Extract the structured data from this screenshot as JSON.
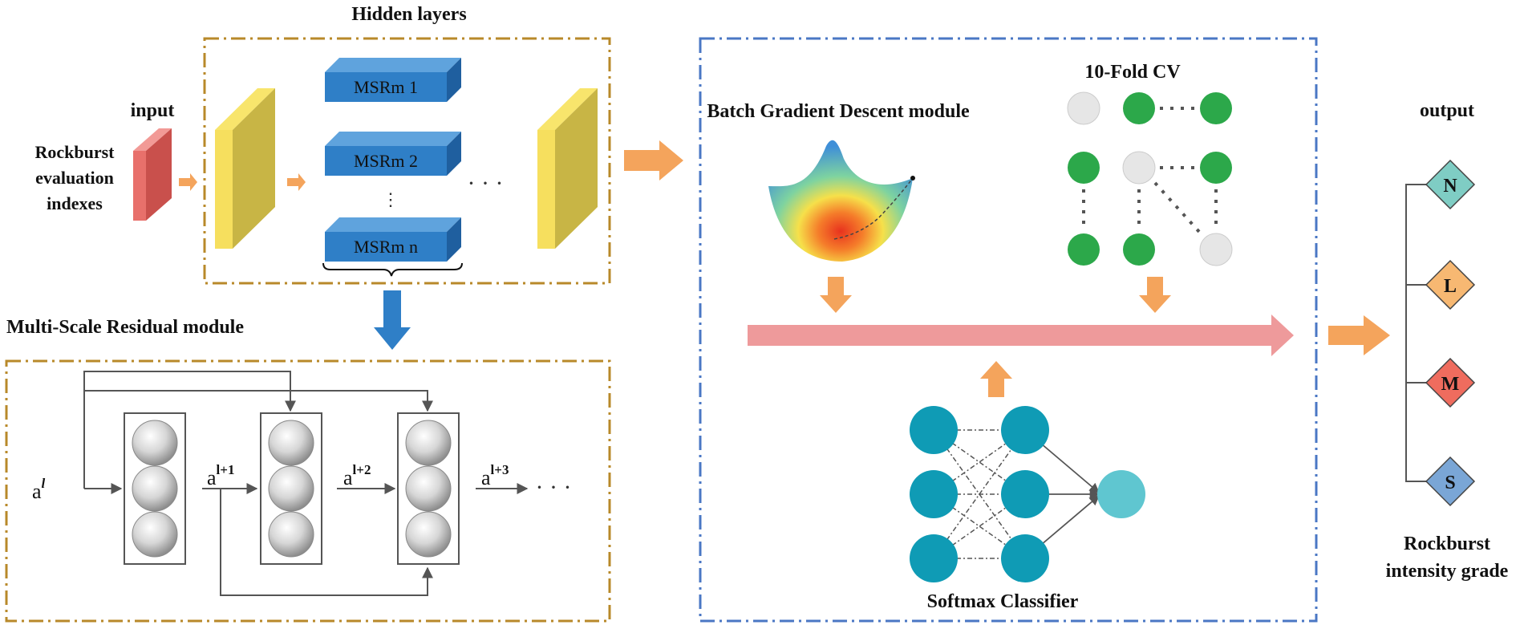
{
  "hidden_layers": {
    "title": "Hidden layers",
    "blocks": [
      "MSRm 1",
      "MSRm 2",
      "MSRm n"
    ]
  },
  "input": {
    "title": "input",
    "label_lines": [
      "Rockburst",
      "evaluation",
      "indexes"
    ],
    "color": "#e8706b"
  },
  "msr_module": {
    "title": "Multi-Scale Residual module",
    "activation_base": "a",
    "activations": [
      {
        "sup": "l"
      },
      {
        "sup": "l+1"
      },
      {
        "sup": "l+2"
      },
      {
        "sup": "l+3"
      }
    ]
  },
  "right_panel": {
    "bgd_title": "Batch Gradient Descent module",
    "cv_title": "10-Fold CV",
    "softmax_title": "Softmax Classifier"
  },
  "output": {
    "title": "output",
    "grades": [
      {
        "letter": "N",
        "color": "#7fcdc4"
      },
      {
        "letter": "L",
        "color": "#f7b872"
      },
      {
        "letter": "M",
        "color": "#ef6c5e"
      },
      {
        "letter": "S",
        "color": "#7aa6d6"
      }
    ],
    "label_lines": [
      "Rockburst",
      "intensity grade"
    ]
  },
  "colors": {
    "gold_dash": "#b8892a",
    "blue_dash": "#4a77c4",
    "orange_arrow": "#f4a45c",
    "pink_arrow": "#ee9a9b",
    "yellow_layer": "#f8e56c",
    "msrm_blue": "#2f7fc7",
    "cv_green": "#2ca84a",
    "cv_grey": "#e6e6e6",
    "node_teal": "#0f9bb5",
    "node_light": "#5fc6d0"
  }
}
